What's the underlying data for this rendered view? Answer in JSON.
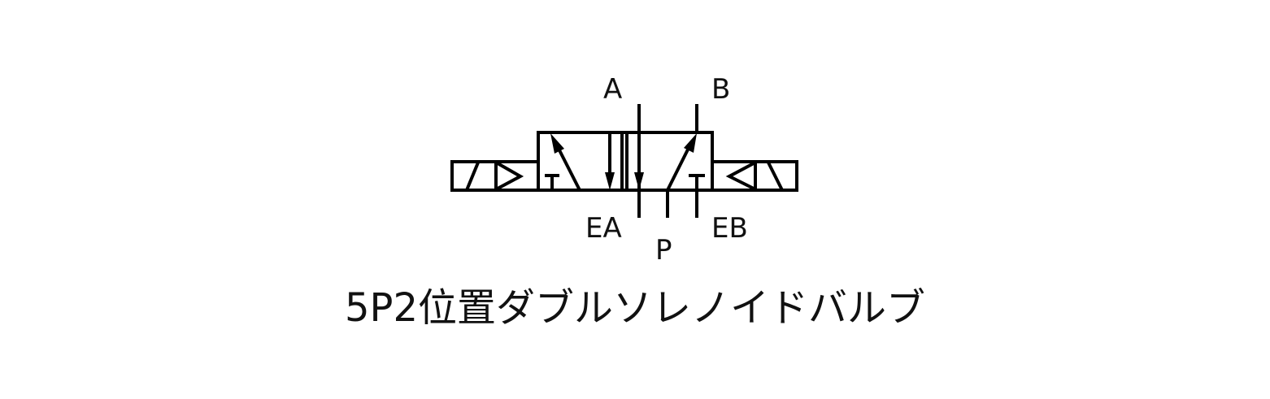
{
  "diagram": {
    "title": "5P2位置ダブルソレノイドバルブ",
    "type": "pneumatic-valve-symbol",
    "description": "5-port 2-position double solenoid valve symbol",
    "stroke_color": "#000000",
    "background_color": "#ffffff",
    "ports": {
      "a": "A",
      "b": "B",
      "ea": "EA",
      "p": "P",
      "eb": "EB"
    },
    "components": [
      "left-solenoid-actuator",
      "valve-position-left",
      "valve-position-right",
      "right-solenoid-actuator"
    ]
  }
}
